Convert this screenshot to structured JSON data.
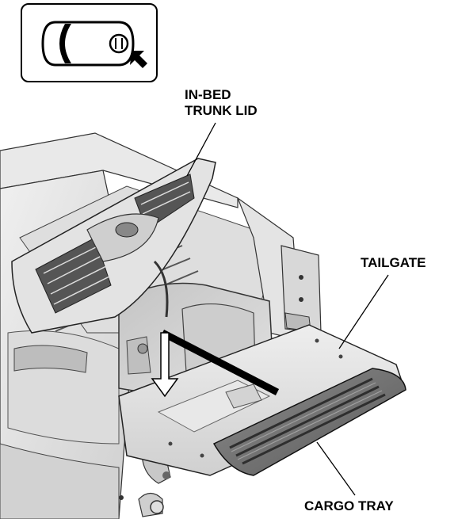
{
  "labels": {
    "in_bed_trunk_lid_line1": "IN-BED",
    "in_bed_trunk_lid_line2": "TRUNK LID",
    "tailgate": "TAILGATE",
    "cargo_tray": "CARGO TRAY"
  },
  "icons": {
    "locator": "vehicle-top-view-rear-location-icon",
    "arrow": "down-arrow-icon"
  },
  "colors": {
    "line": "#000000",
    "background": "#ffffff",
    "body_light": "#e6e6e6",
    "body_mid": "#c8c8c8",
    "body_dark": "#9a9a9a",
    "tray_dark": "#6e6e6e"
  }
}
